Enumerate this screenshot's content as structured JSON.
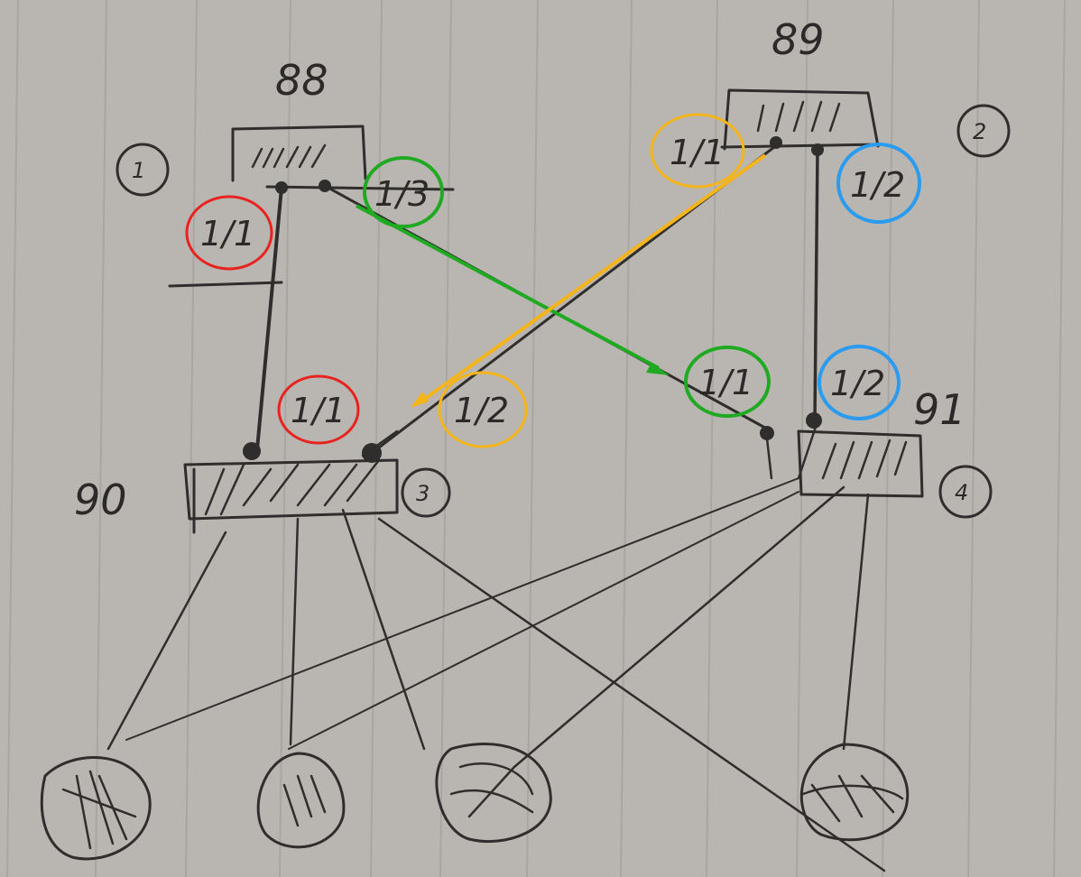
{
  "diagram": {
    "switches": [
      {
        "id": "sw88",
        "number": "88",
        "index": "1"
      },
      {
        "id": "sw89",
        "number": "89",
        "index": "2"
      },
      {
        "id": "sw90",
        "number": "90",
        "index": "3"
      },
      {
        "id": "sw91",
        "number": "91",
        "index": "4"
      }
    ],
    "port_labels": [
      {
        "id": "sw88-down",
        "text": "1/1",
        "circle_color": "#e8231f"
      },
      {
        "id": "sw88-cross",
        "text": "1/3",
        "circle_color": "#1faa22"
      },
      {
        "id": "sw89-cross",
        "text": "1/1",
        "circle_color": "#f5b51a"
      },
      {
        "id": "sw89-down",
        "text": "1/2",
        "circle_color": "#2b9bf0"
      },
      {
        "id": "sw90-up",
        "text": "1/1",
        "circle_color": "#e8231f"
      },
      {
        "id": "sw90-cross",
        "text": "1/2",
        "circle_color": "#f5b51a"
      },
      {
        "id": "sw91-cross",
        "text": "1/1",
        "circle_color": "#1faa22"
      },
      {
        "id": "sw91-up",
        "text": "1/2",
        "circle_color": "#2b9bf0"
      }
    ],
    "arrows": [
      {
        "id": "green-arrow",
        "color": "#1faa22"
      },
      {
        "id": "orange-arrow",
        "color": "#f5b51a"
      }
    ],
    "endpoints": 4
  }
}
